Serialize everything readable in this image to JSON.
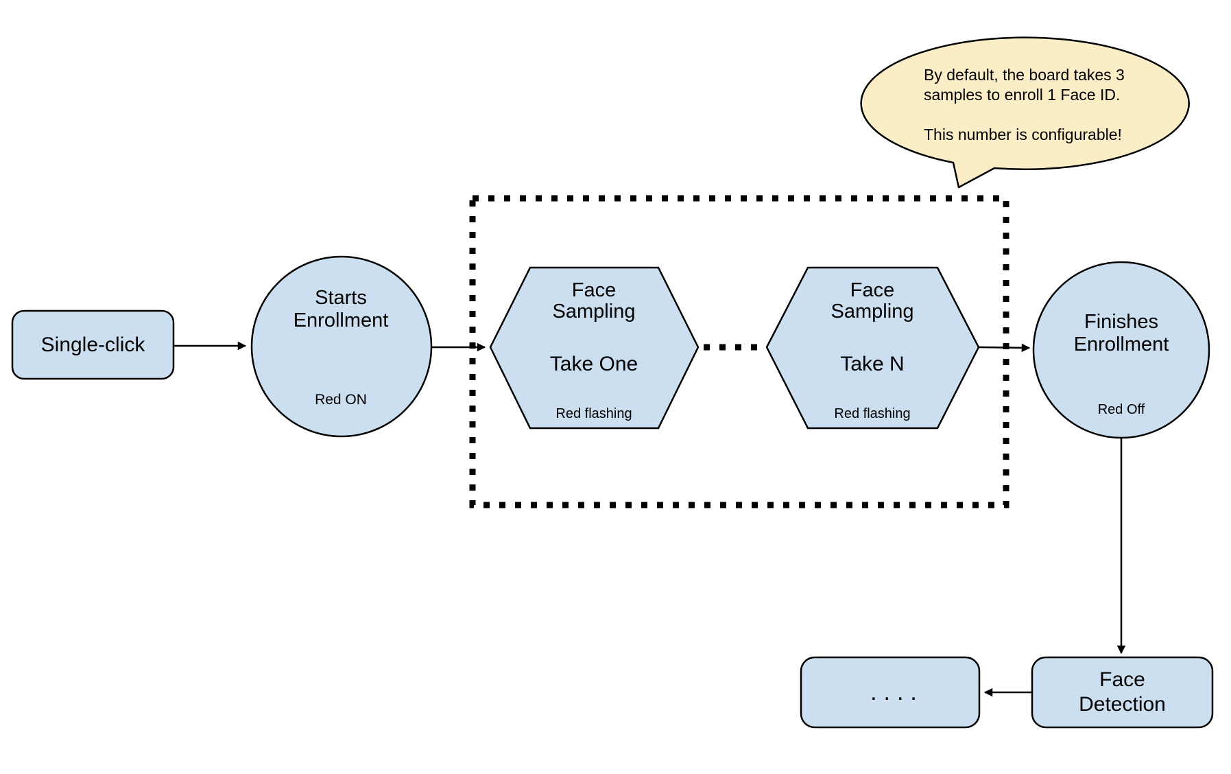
{
  "colors": {
    "node_fill": "#ccdff0",
    "node_stroke": "#000000",
    "callout_fill": "#fbeec7",
    "callout_stroke": "#000000",
    "connector": "#000000"
  },
  "callout": {
    "text": "By default, the board takes 3\nsamples to enroll 1 Face ID.\n\nThis number is configurable!"
  },
  "nodes": {
    "single_click": {
      "label": "Single-click"
    },
    "starts_enrollment": {
      "title": "Starts\nEnrollment",
      "status": "Red ON"
    },
    "face_sampling_1": {
      "title": "Face\nSampling",
      "take": "Take One",
      "status": "Red flashing"
    },
    "face_sampling_n": {
      "title": "Face\nSampling",
      "take": "Take N",
      "status": "Red flashing"
    },
    "finishes_enrollment": {
      "title": "Finishes\nEnrollment",
      "status": "Red Off"
    },
    "face_detection": {
      "label": "Face\nDetection"
    },
    "more_steps": {
      "label": "...."
    }
  }
}
